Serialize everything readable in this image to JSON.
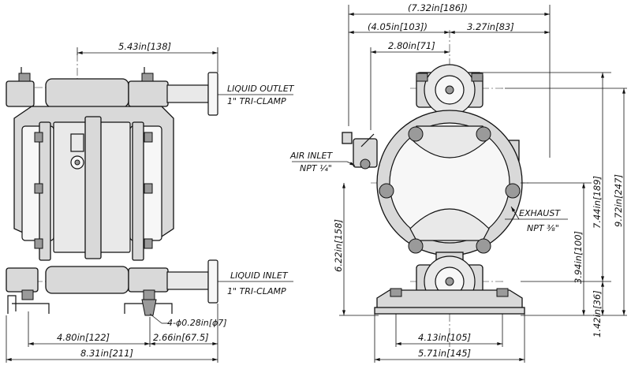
{
  "front": {
    "dim_top_width": "5.43in[138]",
    "label_outlet_1": "LIQUID OUTLET",
    "label_outlet_2": "1\" TRI-CLAMP",
    "label_inlet_1": "LIQUID INLET",
    "label_inlet_2": "1\" TRI-CLAMP",
    "label_holes": "4-ϕ0.28in[ϕ7]",
    "dim_foot_spacing": "4.80in[122]",
    "dim_inlet_offset": "2.66in[67.5]",
    "dim_overall_width": "8.31in[211]"
  },
  "side": {
    "dim_overall": "(7.32in[186])",
    "dim_left": "(4.05in[103])",
    "dim_right": "3.27in[83]",
    "dim_air": "2.80in[71]",
    "label_air_1": "AIR INLET",
    "label_air_2": "NPT ¼\"",
    "label_exhaust_1": "EXHAUST",
    "label_exhaust_2": "NPT ⅜\"",
    "dim_center_height": "6.22in[158]",
    "dim_exhaust_height": "3.94in[100]",
    "dim_outlet_height": "7.44in[189]",
    "dim_total_height": "9.72in[247]",
    "dim_inlet_height": "1.42in[36]",
    "dim_foot_holes": "4.13in[105]",
    "dim_base_width": "5.71in[145]"
  }
}
